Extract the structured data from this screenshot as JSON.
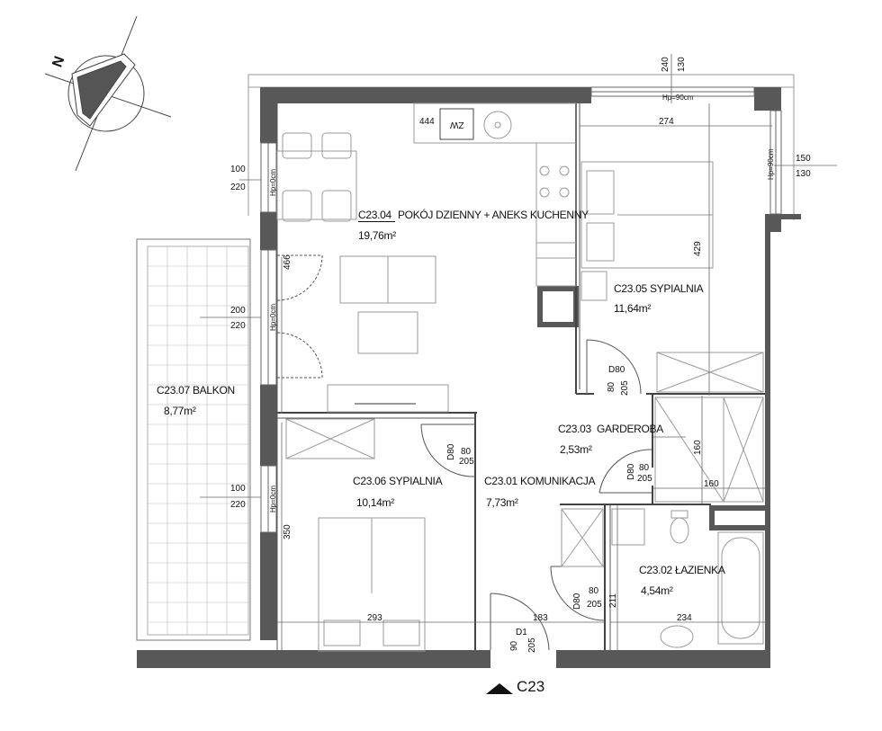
{
  "plan": {
    "unit_code": "C23",
    "colors": {
      "wall": "#585858",
      "line": "#444444",
      "light": "#aaaaaa",
      "furniture": "#9a9a9a"
    },
    "rooms": [
      {
        "id": "C23.04",
        "name": "POKÓJ DZIENNY + ANEKS KUCHENNY",
        "area": "19,76m²"
      },
      {
        "id": "C23.05",
        "name": "SYPIALNIA",
        "area": "11,64m²"
      },
      {
        "id": "C23.07",
        "name": "BALKON",
        "area": "8,77m²"
      },
      {
        "id": "C23.03",
        "name": "GARDEROBA",
        "area": "2,53m²"
      },
      {
        "id": "C23.06",
        "name": "SYPIALNIA",
        "area": "10,14m²"
      },
      {
        "id": "C23.01",
        "name": "KOMUNIKACJA",
        "area": "7,73m²"
      },
      {
        "id": "C23.02",
        "name": "ŁAZIENKA",
        "area": "4,54m²"
      }
    ],
    "dimensions": {
      "d444": "444",
      "d274": "274",
      "d429": "429",
      "d466": "466",
      "d350": "350",
      "d293": "293",
      "d183": "183",
      "d234": "234",
      "d211": "211",
      "d160a": "160",
      "d160b": "160"
    },
    "windows": [
      {
        "w": "100",
        "h": "220",
        "hp": "Hp=0cm"
      },
      {
        "w": "200",
        "h": "220",
        "hp": "Hp=0cm"
      },
      {
        "w": "100",
        "h": "220",
        "hp": "Hp=0cm"
      },
      {
        "w": "240",
        "h": "130",
        "hp": "Hp=90cm"
      },
      {
        "w": "150",
        "h": "130",
        "hp": "Hp=90cm"
      }
    ],
    "doors": [
      {
        "code": "D80",
        "w": "80",
        "h": "205"
      },
      {
        "code": "D80",
        "w": "80",
        "h": "205"
      },
      {
        "code": "D80",
        "w": "80",
        "h": "205"
      },
      {
        "code": "D80",
        "w": "80",
        "h": "205"
      },
      {
        "code": "D1",
        "w": "90",
        "h": "205"
      }
    ],
    "fridge_label": "ZW",
    "compass_letter": "N"
  }
}
